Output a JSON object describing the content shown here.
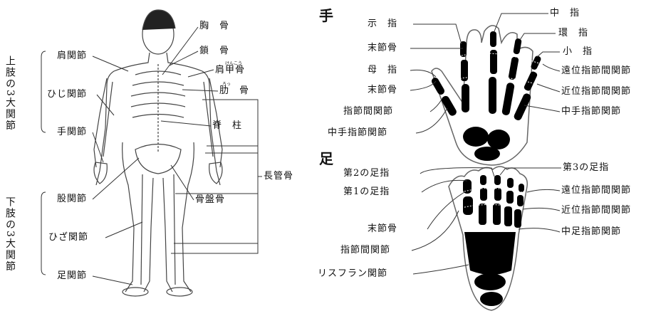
{
  "body_figure": {
    "upper_group": "上肢の3大関節",
    "lower_group": "下肢の3大関節",
    "labels": {
      "shoulder_joint": "肩関節",
      "elbow_joint": "ひじ関節",
      "wrist_joint": "手関節",
      "hip_joint": "股関節",
      "knee_joint": "ひざ関節",
      "ankle_joint": "足関節",
      "sternum": "胸　骨",
      "clavicle": "鎖　骨",
      "scapula": "肩甲骨",
      "rib": "肋　骨",
      "spine": "脊　柱",
      "long_bone": "長管骨",
      "pelvis": "骨盤骨",
      "scapula_ruby": "けんこう",
      "rib_ruby": "ろっ"
    }
  },
  "hand": {
    "title": "手",
    "labels": {
      "index_finger": "示　指",
      "distal_phalanx_thumb": "末節骨",
      "thumb": "母　指",
      "distal_phalanx": "末節骨",
      "ip_joint": "指節間関節",
      "mcp_joint": "中手指節関節",
      "middle_finger": "中　指",
      "ring_finger": "環　指",
      "little_finger": "小　指",
      "dip_joint": "遠位指節間関節",
      "pip_joint": "近位指節間関節",
      "mcp_joint_right": "中手指節関節"
    }
  },
  "foot": {
    "title": "足",
    "labels": {
      "second_toe": "第2の足指",
      "first_toe": "第1の足指",
      "distal_phalanx": "末節骨",
      "ip_joint": "指節間関節",
      "lisfranc_joint": "リスフラン関節",
      "third_toe": "第3の足指",
      "dip_joint": "遠位指節間関節",
      "pip_joint": "近位指節間関節",
      "mtp_joint": "中足指節関節"
    }
  },
  "colors": {
    "bone": "#000000",
    "outline": "#222222",
    "line": "#333333"
  }
}
